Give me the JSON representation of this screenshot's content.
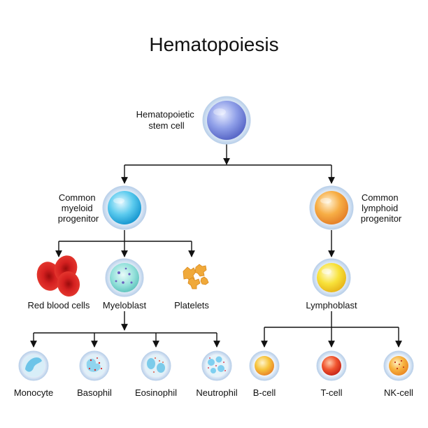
{
  "title": "Hematopoiesis",
  "nodes": {
    "stem": {
      "label_lines": [
        "Hematopoietic",
        "stem cell"
      ]
    },
    "myeloid": {
      "label_lines": [
        "Common",
        "myeloid",
        "progenitor"
      ]
    },
    "lymphoid": {
      "label_lines": [
        "Common",
        "lymphoid",
        "progenitor"
      ]
    },
    "rbc": {
      "label": "Red blood cells"
    },
    "myeloblast": {
      "label": "Myeloblast"
    },
    "platelets": {
      "label": "Platelets"
    },
    "lymphoblast": {
      "label": "Lymphoblast"
    },
    "monocyte": {
      "label": "Monocyte"
    },
    "basophil": {
      "label": "Basophil"
    },
    "eosinophil": {
      "label": "Eosinophil"
    },
    "neutrophil": {
      "label": "Neutrophil"
    },
    "bcell": {
      "label": "B-cell"
    },
    "tcell": {
      "label": "T-cell"
    },
    "nkcell": {
      "label": "NK-cell"
    }
  },
  "colors": {
    "stem": "#7f8fe0",
    "myeloid": "#4fc6ec",
    "lymphoid": "#f6a436",
    "rbc": "#d42020",
    "platelet": "#f0a93a",
    "lymphoblast": "#f7dd2e",
    "tcell": "#e8442a",
    "membrane": "#c9dcf0"
  }
}
